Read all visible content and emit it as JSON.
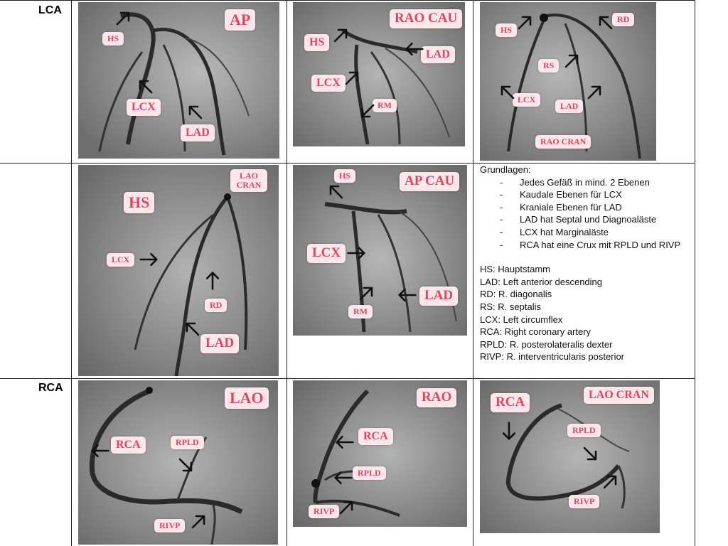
{
  "row_labels": {
    "lca": "LCA",
    "rca": "RCA"
  },
  "panels": {
    "ap": {
      "view": "AP",
      "labels": [
        "HS",
        "LCX",
        "LAD"
      ]
    },
    "rao_cau": {
      "view": "RAO CAU",
      "labels": [
        "HS",
        "LAD",
        "LCX",
        "RM"
      ]
    },
    "rao_cran": {
      "view": "RAO CRAN",
      "labels": [
        "HS",
        "RD",
        "RS",
        "LCX",
        "LAD"
      ]
    },
    "lao_cran": {
      "view": "LAO CRAN",
      "labels": [
        "HS",
        "LCX",
        "RD",
        "LAD"
      ]
    },
    "ap_cau": {
      "view": "AP CAU",
      "labels": [
        "HS",
        "LCX",
        "RM",
        "LAD"
      ]
    },
    "lao": {
      "view": "LAO",
      "labels": [
        "RCA",
        "RPLD",
        "RIVP"
      ]
    },
    "rao": {
      "view": "RAO",
      "labels": [
        "RCA",
        "RPLD",
        "RIVP"
      ]
    },
    "lao_cran_rca": {
      "view": "LAO CRAN",
      "labels": [
        "RCA",
        "RPLD",
        "RIVP"
      ]
    }
  },
  "notes": {
    "title": "Grundlagen:",
    "bullets": [
      "Jedes Gefäß in mind. 2 Ebenen",
      "Kaudale Ebenen für LCX",
      "Kraniale Ebenen für LAD",
      "LAD hat Septal und Diagnoaläste",
      "LCX hat Marginaläste",
      "RCA hat eine Crux mit RPLD und RIVP"
    ],
    "abbreviations": [
      "HS: Hauptstamm",
      "LAD: Left anterior descending",
      "RD: R. diagonalis",
      "RS: R. septalis",
      "LCX: Left circumflex",
      "RCA: Right coronary artery",
      "RPLD: R. posterolateralis dexter",
      "RIVP: R. interventricularis posterior"
    ]
  },
  "colors": {
    "label_bg": "#fde7ea",
    "label_text": "#e2455e",
    "xray_bg": "#8f8f8f",
    "vessel": "#2a2a2a"
  },
  "icons": [
    "arrow-icon"
  ]
}
